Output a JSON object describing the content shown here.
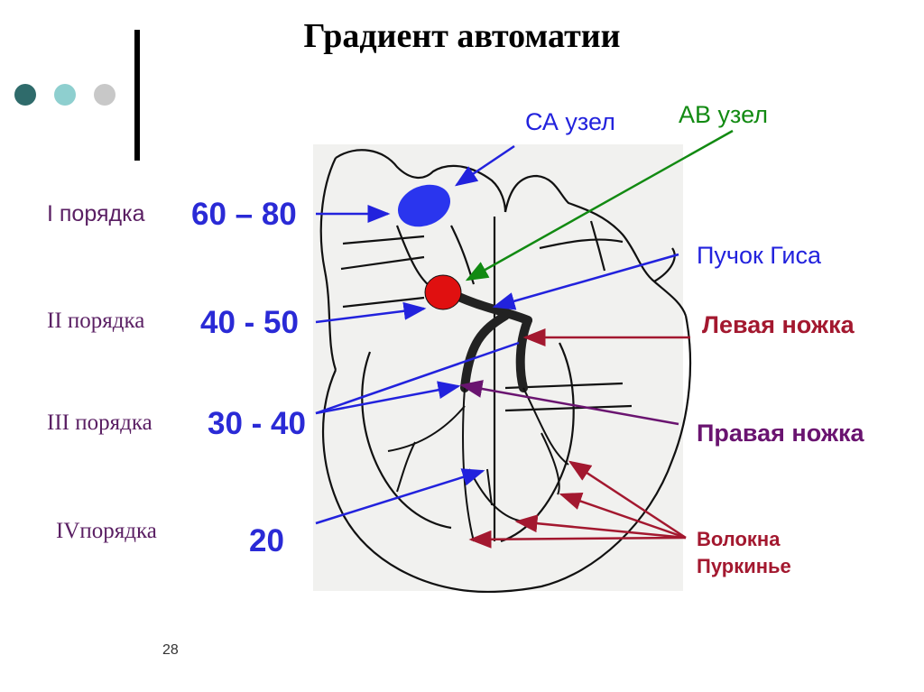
{
  "title": "Градиент автоматии",
  "colors": {
    "dot1": "#2f6b6b",
    "dot2": "#8ecfcf",
    "dot3": "#c8c8c8",
    "blue": "#2222dd",
    "green": "#128a12",
    "red_node": "#e01010",
    "crimson": "#a3182f",
    "purple": "#6a1470",
    "order_text": "#5a1f63"
  },
  "orders": [
    {
      "label": "I порядка",
      "rate": "60 – 80"
    },
    {
      "label": "II порядка",
      "rate": "40 - 50"
    },
    {
      "label": "III порядка",
      "rate": "30 - 40"
    },
    {
      "label": "IVпорядка",
      "rate": "20"
    }
  ],
  "structures": {
    "sa_node": "СА узел",
    "av_node": "АВ узел",
    "his_bundle": "Пучок Гиса",
    "left_branch": "Левая ножка",
    "right_branch": "Правая ножка",
    "purkinje_line1": "Волокна",
    "purkinje_line2": "Пуркинье"
  },
  "page_number": "28"
}
